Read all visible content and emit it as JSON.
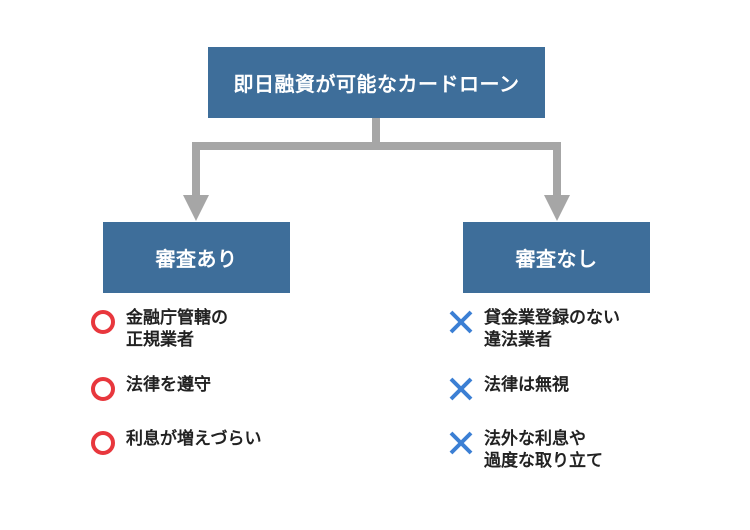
{
  "diagram": {
    "type": "tree-flowchart",
    "colors": {
      "box_fill": "#3e6e9a",
      "box_text": "#ffffff",
      "connector": "#a6a6a6",
      "circle_mark": "#e8373d",
      "cross_mark": "#3b7fd4",
      "body_text": "#222222",
      "background": "#ffffff"
    },
    "root": {
      "label": "即日融資が可能なカードローン"
    },
    "branches": [
      {
        "id": "with-screening",
        "label": "審査あり",
        "mark_type": "circle",
        "items": [
          "金融庁管轄の\n正規業者",
          "法律を遵守",
          "利息が増えづらい"
        ]
      },
      {
        "id": "without-screening",
        "label": "審査なし",
        "mark_type": "cross",
        "items": [
          "貸金業登録のない\n違法業者",
          "法律は無視",
          "法外な利息や\n過度な取り立て"
        ]
      }
    ]
  }
}
